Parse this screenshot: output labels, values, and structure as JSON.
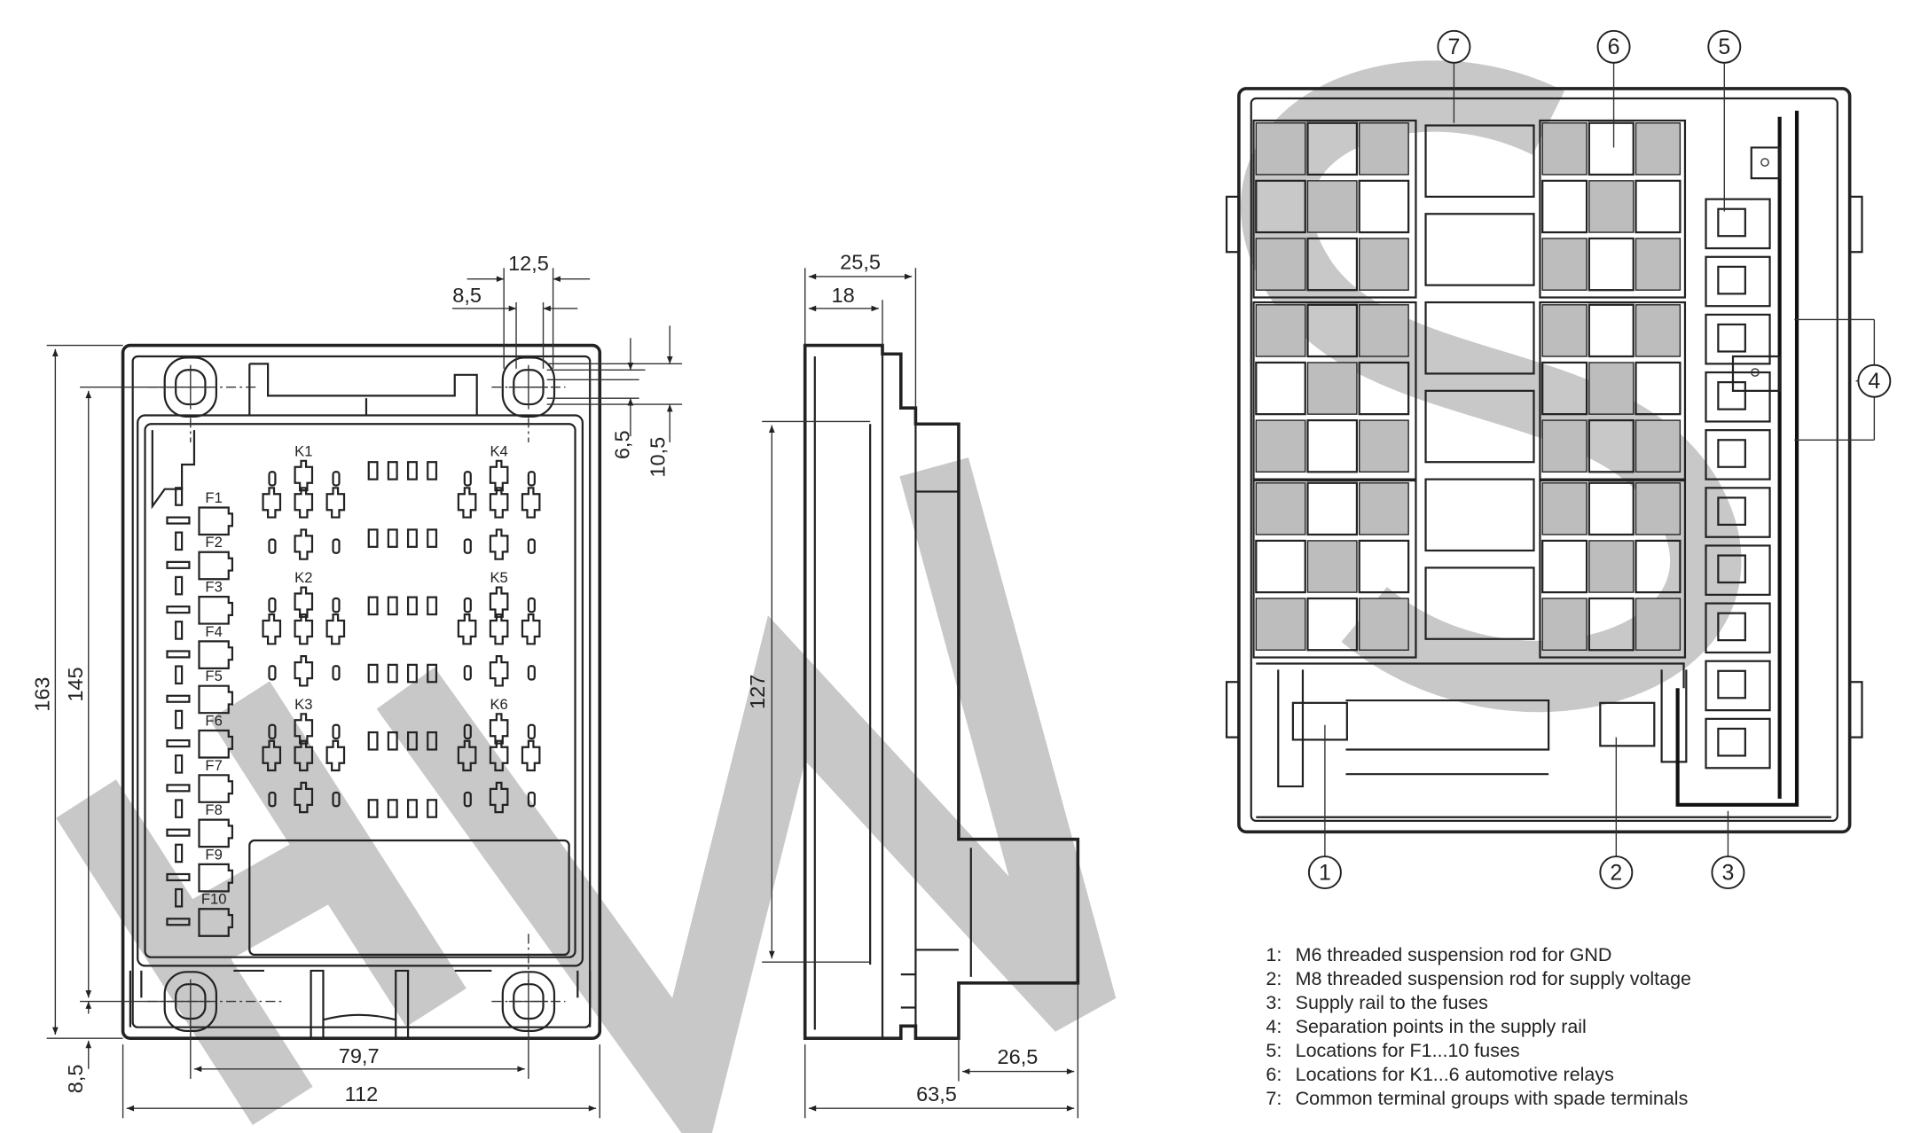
{
  "watermark": "HMS",
  "front_view": {
    "fuses": [
      "F1",
      "F2",
      "F3",
      "F4",
      "F5",
      "F6",
      "F7",
      "F8",
      "F9",
      "F10"
    ],
    "relays": [
      "K1",
      "K2",
      "K3",
      "K4",
      "K5",
      "K6"
    ],
    "dimensions": {
      "height_total": "163",
      "height_holes": "145",
      "bottom_offset": "8,5",
      "hole_spacing": "79,7",
      "width_total": "112",
      "slot_width": "12,5",
      "slot_inner": "8,5",
      "slot_h1": "6,5",
      "slot_h2": "10,5"
    }
  },
  "side_view": {
    "dimensions": {
      "depth_top": "25,5",
      "depth_inner": "18",
      "height": "127",
      "rod_depth": "26,5",
      "depth_total": "63,5"
    }
  },
  "detail_view": {
    "callouts": [
      "1",
      "2",
      "3",
      "4",
      "5",
      "6",
      "7"
    ]
  },
  "legend": [
    {
      "num": "1:",
      "text": "M6 threaded suspension rod for GND"
    },
    {
      "num": "2:",
      "text": "M8 threaded suspension rod for supply voltage"
    },
    {
      "num": "3:",
      "text": "Supply rail to the fuses"
    },
    {
      "num": "4:",
      "text": "Separation points in the supply rail"
    },
    {
      "num": "5:",
      "text": "Locations for F1...10 fuses"
    },
    {
      "num": "6:",
      "text": "Locations for K1...6 automotive relays"
    },
    {
      "num": "7:",
      "text": "Common terminal groups with spade terminals"
    }
  ]
}
